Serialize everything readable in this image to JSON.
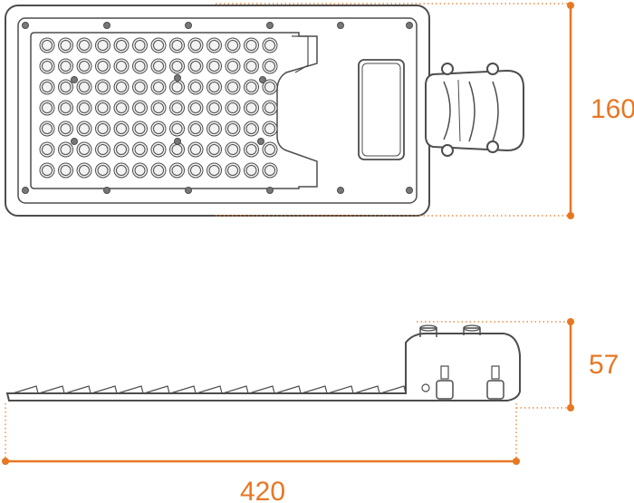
{
  "dimensions": {
    "height_top": "160",
    "height_side": "57",
    "length": "420"
  },
  "colors": {
    "outline": "#4d4d4d",
    "dimension": "#e87722",
    "led_fill": "#f3f3f3"
  },
  "led_array": {
    "rows": 7,
    "cols": 13,
    "count": 91
  }
}
